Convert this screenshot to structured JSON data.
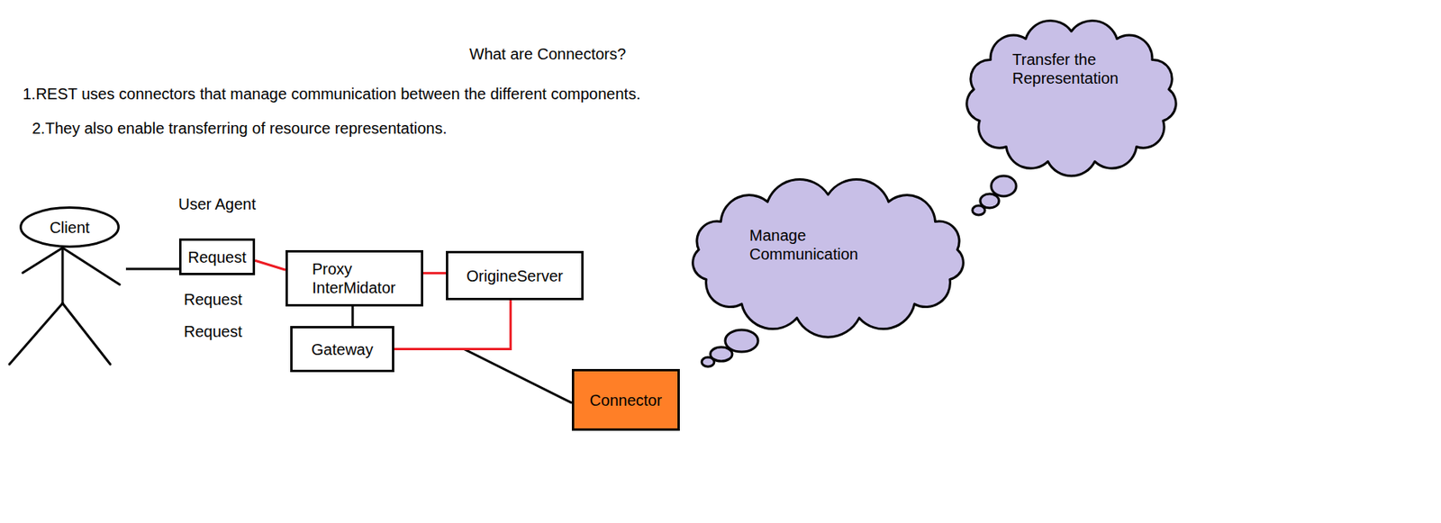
{
  "diagram": {
    "title": "What are Connectors?",
    "nodes": [
      {
        "text": [
          "Client"
        ]
      },
      {
        "text": [
          "User Agent",
          "Request"
        ]
      },
      {
        "text": [
          "Proxy InterMidator"
        ]
      },
      {
        "text": [
          "OrigineServer"
        ]
      },
      {
        "text": [
          "Gateway"
        ]
      },
      {
        "text": [
          "Connector"
        ]
      },
      {
        "text": [
          "Manage Communication"
        ]
      },
      {
        "text": [
          "Transfer the Representation"
        ]
      }
    ],
    "edges": [
      {
        "from": 1,
        "to": 2,
        "arrow": "none"
      },
      {
        "from": 2,
        "to": 3,
        "arrow": "none"
      },
      {
        "from": 2,
        "to": 4,
        "arrow": "none"
      },
      {
        "from": 4,
        "to": 5,
        "arrow": "none"
      },
      {
        "from": 4,
        "to": 3,
        "arrow": "none"
      }
    ],
    "labels": [
      "1.REST uses connectors that manage communication between the different components.",
      "2.They also enable transferring of resource representations.",
      "Request",
      "Request"
    ]
  }
}
